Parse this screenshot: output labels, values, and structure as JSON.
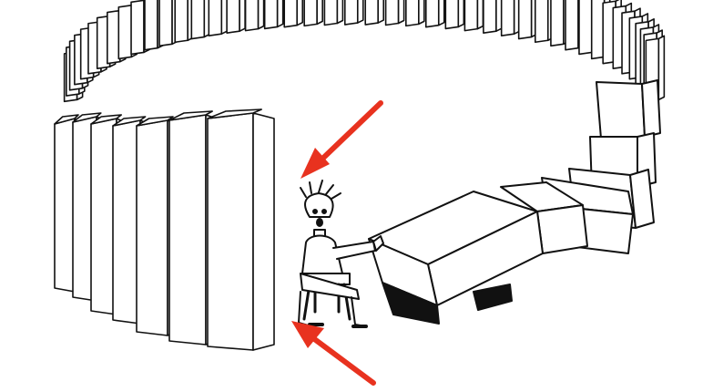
{
  "colors": {
    "background": "#ffffff",
    "ink": "#111111",
    "arrow": "#e8321f"
  },
  "illustration": {
    "icon": "domino-chain-cartoon-icon"
  },
  "annotations": {
    "arrows": [
      {
        "name": "red-arrow-upper",
        "points_to": "standing-dominoes"
      },
      {
        "name": "red-arrow-lower",
        "points_to": "seated-man"
      }
    ]
  }
}
